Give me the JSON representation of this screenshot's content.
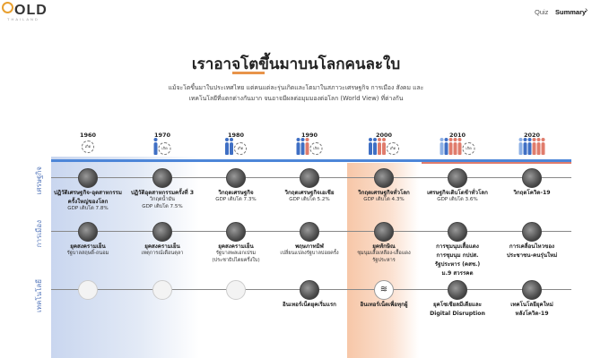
{
  "header": {
    "logo": "OLD",
    "logo_sub": "THAILAND",
    "nav_quiz": "Quiz",
    "nav_summary": "Summary"
  },
  "title": "เราอาจโตขึ้นมาบนโลกคนละใบ",
  "subtitle_line1": "แม้จะโตขึ้นมาในประเทศไทย แต่คนแต่ละรุ่นเกิดและโตมาในสภาวะเศรษฐกิจ การเมือง สังคม และ",
  "subtitle_line2": "เทคโนโลยีที่แตกต่างกันมาก จนอาจมีผลต่อมุมมองต่อโลก (World View) ที่ต่างกัน",
  "timeline": {
    "years": [
      "1960",
      "1970",
      "1980",
      "1990",
      "2000",
      "2010",
      "2020"
    ],
    "birth_label": "เกิด"
  },
  "rows": {
    "economy_label": "เศรษฐกิจ",
    "politics_label": "การเมือง",
    "tech_label": "เทคโนโลยี"
  },
  "economy": [
    {
      "title": "ปฏิวัติเศรษฐกิจ-อุตสาหกรรม",
      "title2": "ครั้งใหญ่ของโลก",
      "sub": "GDP เติบโต 7.8%"
    },
    {
      "title": "ปฏิวัติอุตสาหกรรมครั้งที่ 3",
      "title2": "",
      "sub": "วิกฤตน้ำมัน",
      "sub2": "GDP เติบโต 7.5%"
    },
    {
      "title": "วิกฤตเศรษฐกิจ",
      "title2": "",
      "sub": "GDP เติบโต 7.3%"
    },
    {
      "title": "วิกฤตเศรษฐกิจเอเชีย",
      "title2": "",
      "sub": "GDP เติบโต 5.2%"
    },
    {
      "title": "วิกฤตเศรษฐกิจทั่วโลก",
      "title2": "",
      "sub": "GDP เติบโต 4.3%"
    },
    {
      "title": "เศรษฐกิจเติบโตช้าทั่วโลก",
      "title2": "",
      "sub": "GDP เติบโต 3.6%"
    },
    {
      "title": "วิกฤตโควิด-19",
      "title2": "",
      "sub": ""
    }
  ],
  "politics": [
    {
      "title": "ยุคสงครามเย็น",
      "sub": "รัฐบาลสฤษดิ์-ถนอม"
    },
    {
      "title": "ยุคสงครามเย็น",
      "sub": "เหตุการณ์เดือนตุลา"
    },
    {
      "title": "ยุคสงครามเย็น",
      "sub": "รัฐบาลพลเอกเปรม",
      "sub2": "(ประชาธิปไตยครึ่งใบ)"
    },
    {
      "title": "พฤษภาทมิฬ",
      "sub": "เปลี่ยนแปลงรัฐบาลบ่อยครั้ง"
    },
    {
      "title": "ยุคทักษิณ",
      "sub": "ชุมนุมเสื้อเหลือง-เสื้อแดง",
      "sub2": "รัฐประหาร"
    },
    {
      "title": "การชุมนุมเสื้อแดง",
      "title2": "การชุมนุม กปปส.",
      "title3": "รัฐประหาร (คสช.)",
      "title4": "ม.9 สวรรคต"
    },
    {
      "title": "การเคลื่อนไหวของ",
      "title2": "ประชาชน-คนรุ่นใหม่"
    }
  ],
  "technology": [
    {
      "title": "",
      "sub": ""
    },
    {
      "title": "",
      "sub": ""
    },
    {
      "title": "",
      "sub": ""
    },
    {
      "title": "อินเทอร์เน็ตยุคเริ่มแรก",
      "sub": ""
    },
    {
      "title": "อินเทอร์เน็ตเพื่อทุกผู้",
      "sub": ""
    },
    {
      "title": "ยุคโซเชียลมีเดียและ",
      "title2": "Digital Disruption"
    },
    {
      "title": "เทคโนโลยียุคใหม่",
      "title2": "หลังโควิด-19"
    }
  ],
  "colors": {
    "accent_blue": "#4d86d8",
    "accent_orange": "#e8944a",
    "accent_red": "#e07c6c"
  }
}
